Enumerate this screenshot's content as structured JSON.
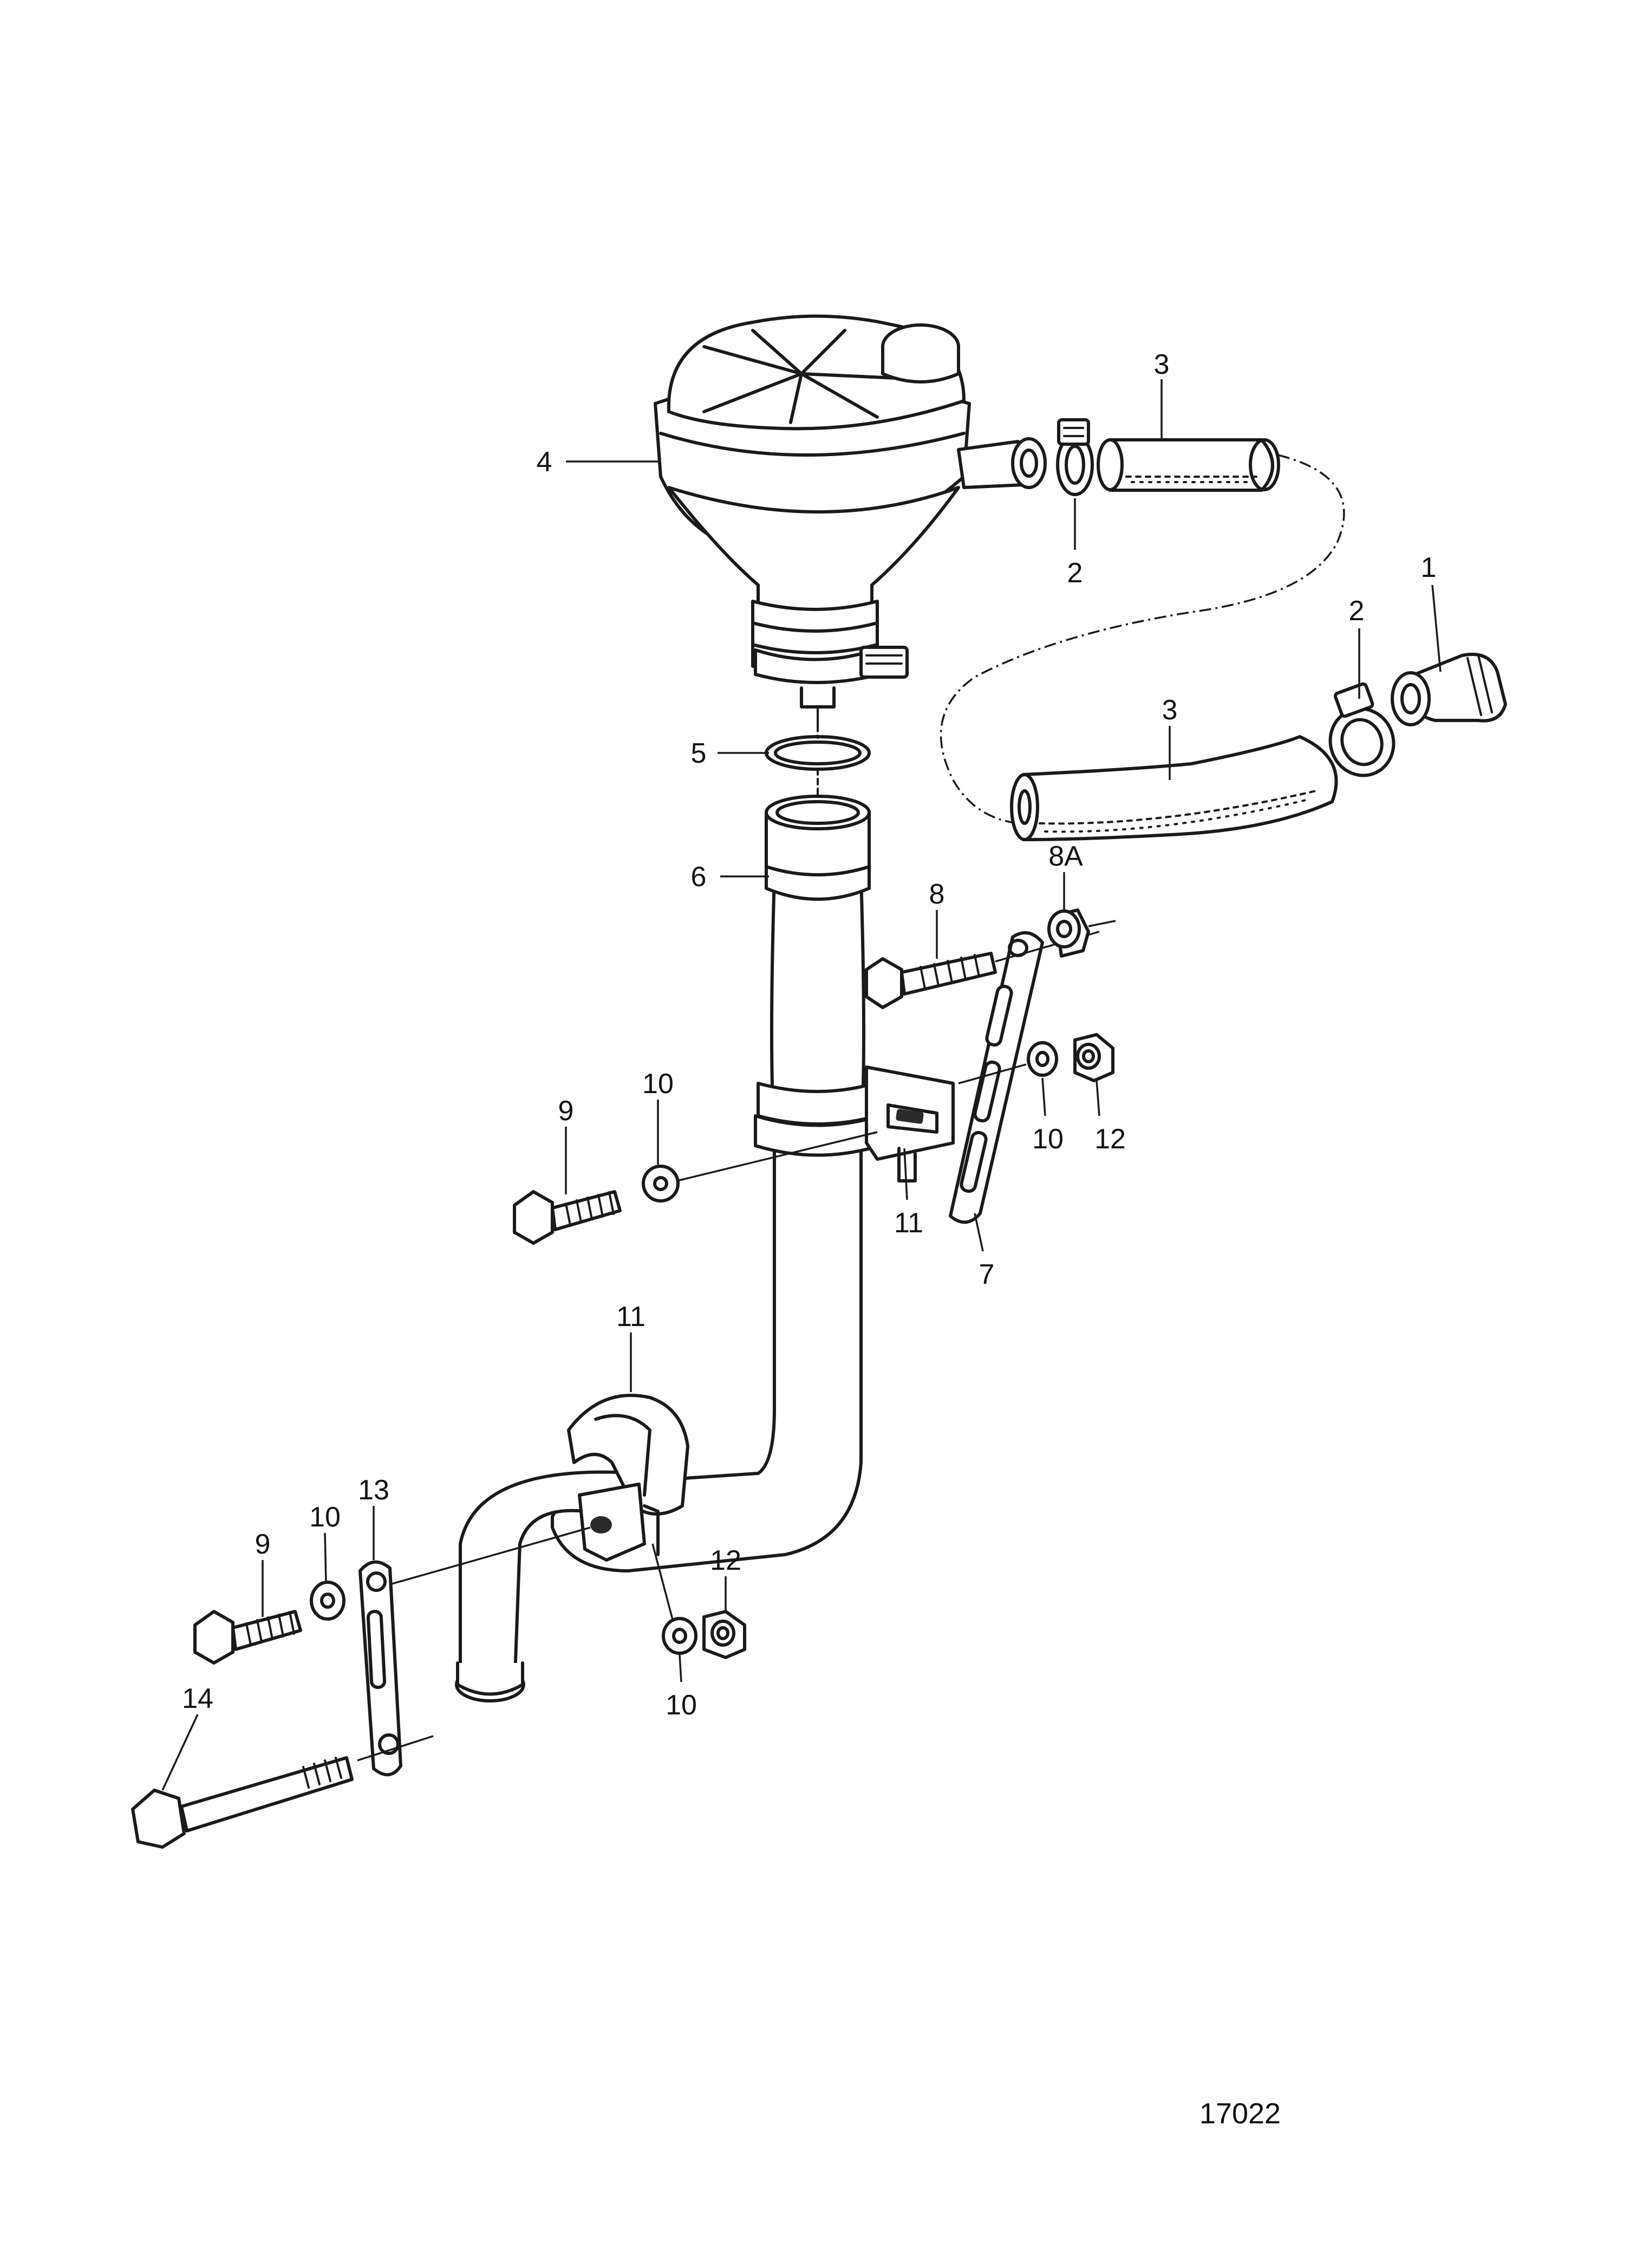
{
  "figure_number": "17022",
  "callouts": {
    "c1": "1",
    "c2a": "2",
    "c2b": "2",
    "c3a": "3",
    "c3b": "3",
    "c4": "4",
    "c5": "5",
    "c6": "6",
    "c7": "7",
    "c8": "8",
    "c8a": "8A",
    "c9a": "9",
    "c9b": "9",
    "c10a": "10",
    "c10b": "10",
    "c10c": "10",
    "c10d": "10",
    "c11a": "11",
    "c11b": "11",
    "c12a": "12",
    "c12b": "12",
    "c13": "13",
    "c14": "14"
  }
}
